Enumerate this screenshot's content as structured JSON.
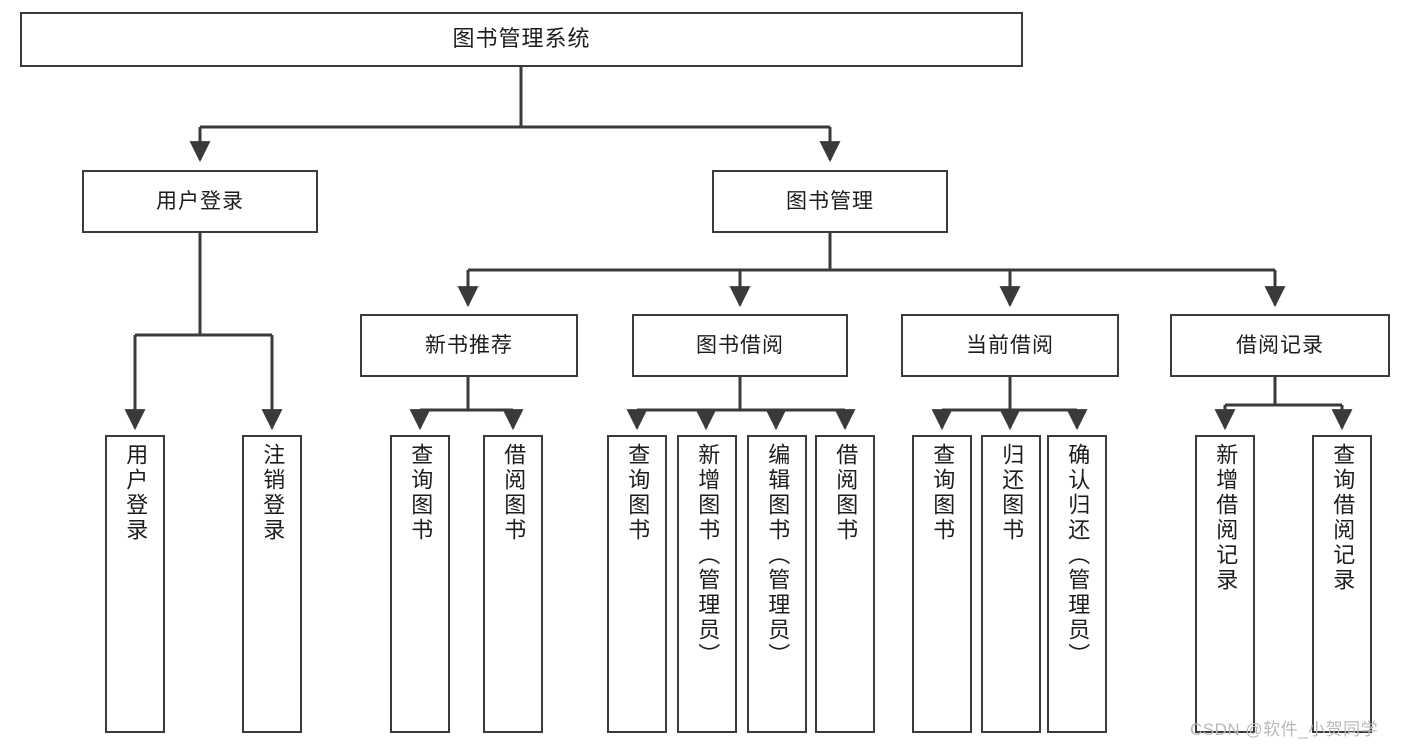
{
  "diagram": {
    "title": "图书管理系统",
    "type": "hierarchy-tree",
    "style": {
      "box_border_color": "#3a3a3a",
      "box_fill_color": "#ffffff",
      "line_color": "#3a3a3a",
      "text_color": "#1d1d1d",
      "background": "#ffffff"
    },
    "nodes": {
      "root": {
        "label": "图书管理系统"
      },
      "level1": [
        {
          "label": "用户登录"
        },
        {
          "label": "图书管理"
        }
      ],
      "level2": [
        {
          "label": "新书推荐"
        },
        {
          "label": "图书借阅"
        },
        {
          "label": "当前借阅"
        },
        {
          "label": "借阅记录"
        }
      ],
      "leaves": [
        {
          "label": "用户登录"
        },
        {
          "label": "注销登录"
        },
        {
          "label": "查询图书"
        },
        {
          "label": "借阅图书"
        },
        {
          "label": "查询图书"
        },
        {
          "label": "新增图书（管理员）"
        },
        {
          "label": "编辑图书（管理员）"
        },
        {
          "label": "借阅图书"
        },
        {
          "label": "查询图书"
        },
        {
          "label": "归还图书"
        },
        {
          "label": "确认归还（管理员）"
        },
        {
          "label": "新增借阅记录"
        },
        {
          "label": "查询借阅记录"
        }
      ]
    },
    "watermark": "CSDN @软件_小贺同学"
  }
}
